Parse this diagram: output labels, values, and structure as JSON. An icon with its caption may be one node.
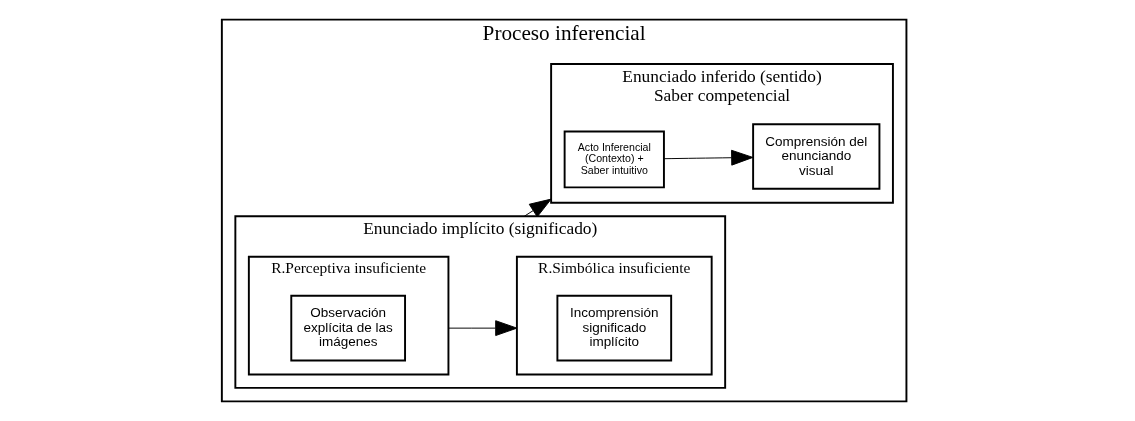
{
  "diagram": {
    "nodes": [
      {
        "text": [
          "Proceso inferencial"
        ]
      },
      {
        "text": [
          "Enunciado implícito (significado)"
        ],
        "in": 0
      },
      {
        "text": [
          "R.Perceptiva insuficiente"
        ],
        "in": 1
      },
      {
        "text": [
          "Observación explícita de las imágenes"
        ],
        "in": 2
      },
      {
        "text": [
          "R.Simbólica insuficiente"
        ],
        "in": 1
      },
      {
        "text": [
          "Incomprensión significado implícito"
        ],
        "in": 4
      },
      {
        "text": [
          "Enunciado inferido (sentido)",
          "Saber competencial"
        ],
        "in": 0
      },
      {
        "text": [
          "Acto Inferencial (Contexto) + Saber intuitivo"
        ],
        "in": 6
      },
      {
        "text": [
          "Comprensión del enunciando visual"
        ],
        "in": 6
      }
    ],
    "edges": [
      {
        "from": 2,
        "to": 4,
        "arrow": "to"
      },
      {
        "from": 1,
        "to": 6,
        "arrow": "to"
      },
      {
        "from": 7,
        "to": 8,
        "arrow": "to"
      }
    ]
  }
}
